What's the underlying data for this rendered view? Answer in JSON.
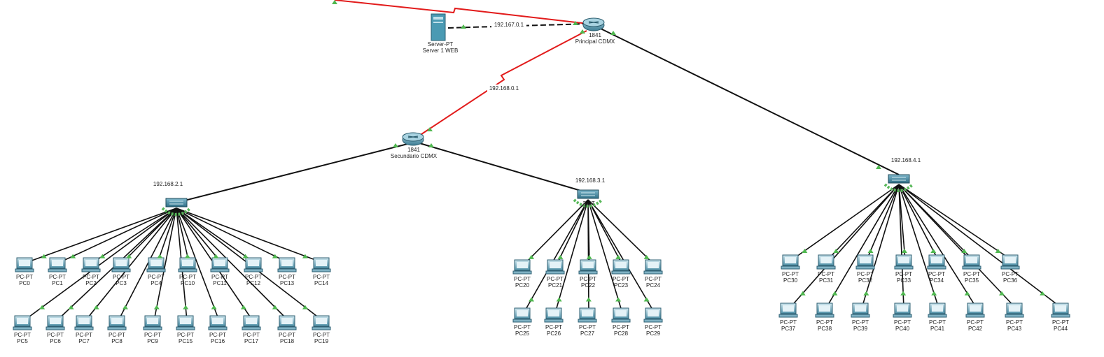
{
  "colors": {
    "copper_straight": "#111111",
    "serial_link": "#e21b1b",
    "crossover": "#111111",
    "port_up": "#4fb84f",
    "device_body": "#3f8fa8"
  },
  "server": {
    "type_label": "Server-PT",
    "name": "Server 1 WEB",
    "link_ip": "192.167.0.1"
  },
  "router_main": {
    "model": "1841",
    "name": "Principal CDMX"
  },
  "router_secondary": {
    "model": "1841",
    "name": "Secundario CDMX",
    "link_ip": "192.168.0.1"
  },
  "switches": [
    {
      "id": "sw1",
      "ip": "192.168.2.1",
      "icon": "switch-icon"
    },
    {
      "id": "sw2",
      "ip": "192.168.3.1",
      "label_fragment": "2…T",
      "icon": "switch-icon"
    },
    {
      "id": "sw3",
      "ip": "192.168.4.1",
      "icon": "switch-icon"
    }
  ],
  "pc_type": "PC-PT",
  "pc_groups": [
    {
      "switch": "sw1",
      "rows": [
        [
          "PC0",
          "PC1",
          "PC2",
          "PC3",
          "PC4",
          "PC10",
          "PC11",
          "PC12",
          "PC13",
          "PC14"
        ],
        [
          "PC5",
          "PC6",
          "PC7",
          "PC8",
          "PC9",
          "PC15",
          "PC16",
          "PC17",
          "PC18",
          "PC19"
        ]
      ]
    },
    {
      "switch": "sw2",
      "rows": [
        [
          "PC20",
          "PC21",
          "PC22",
          "PC23",
          "PC24"
        ],
        [
          "PC25",
          "PC26",
          "PC27",
          "PC28",
          "PC29"
        ]
      ]
    },
    {
      "switch": "sw3",
      "rows": [
        [
          "PC30",
          "PC31",
          "PC32",
          "PC33",
          "PC34",
          "PC35",
          "PC36"
        ],
        [
          "PC37",
          "PC38",
          "PC39",
          "PC40",
          "PC41",
          "PC42",
          "PC43",
          "PC44"
        ]
      ]
    }
  ]
}
